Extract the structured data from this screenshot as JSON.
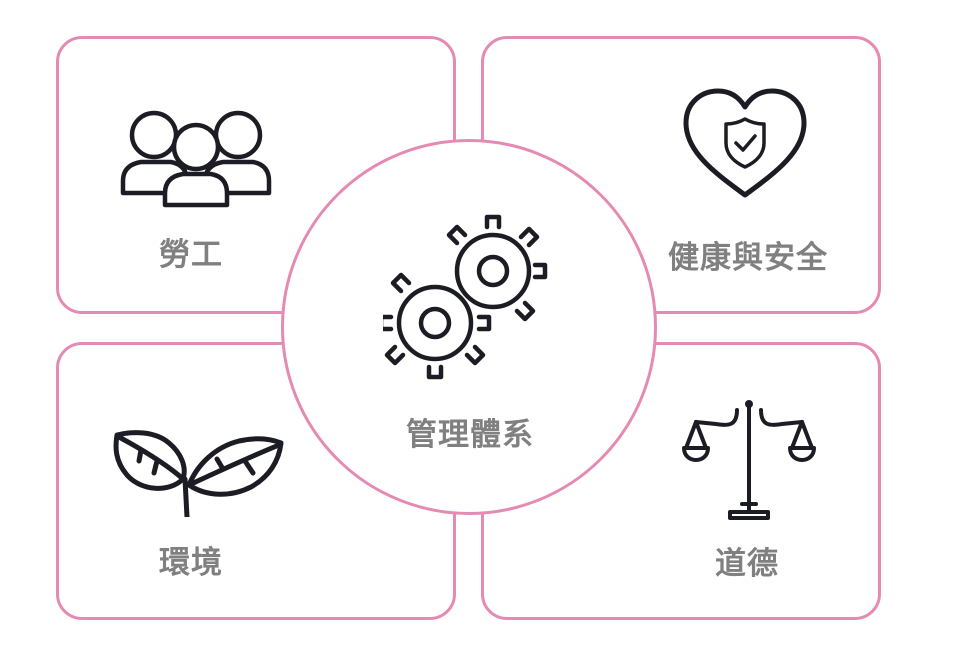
{
  "accent_color": "#e58ab3",
  "icon_color": "#1c1c24",
  "label_color": "#808080",
  "center": {
    "label": "管理體系",
    "icon": "gears-icon"
  },
  "cards": {
    "labor": {
      "label": "勞工",
      "icon": "people-group-icon"
    },
    "health_safety": {
      "label": "健康與安全",
      "icon": "heart-shield-icon"
    },
    "environment": {
      "label": "環境",
      "icon": "leaves-sprout-icon"
    },
    "ethics": {
      "label": "道德",
      "icon": "balance-scale-icon"
    }
  }
}
